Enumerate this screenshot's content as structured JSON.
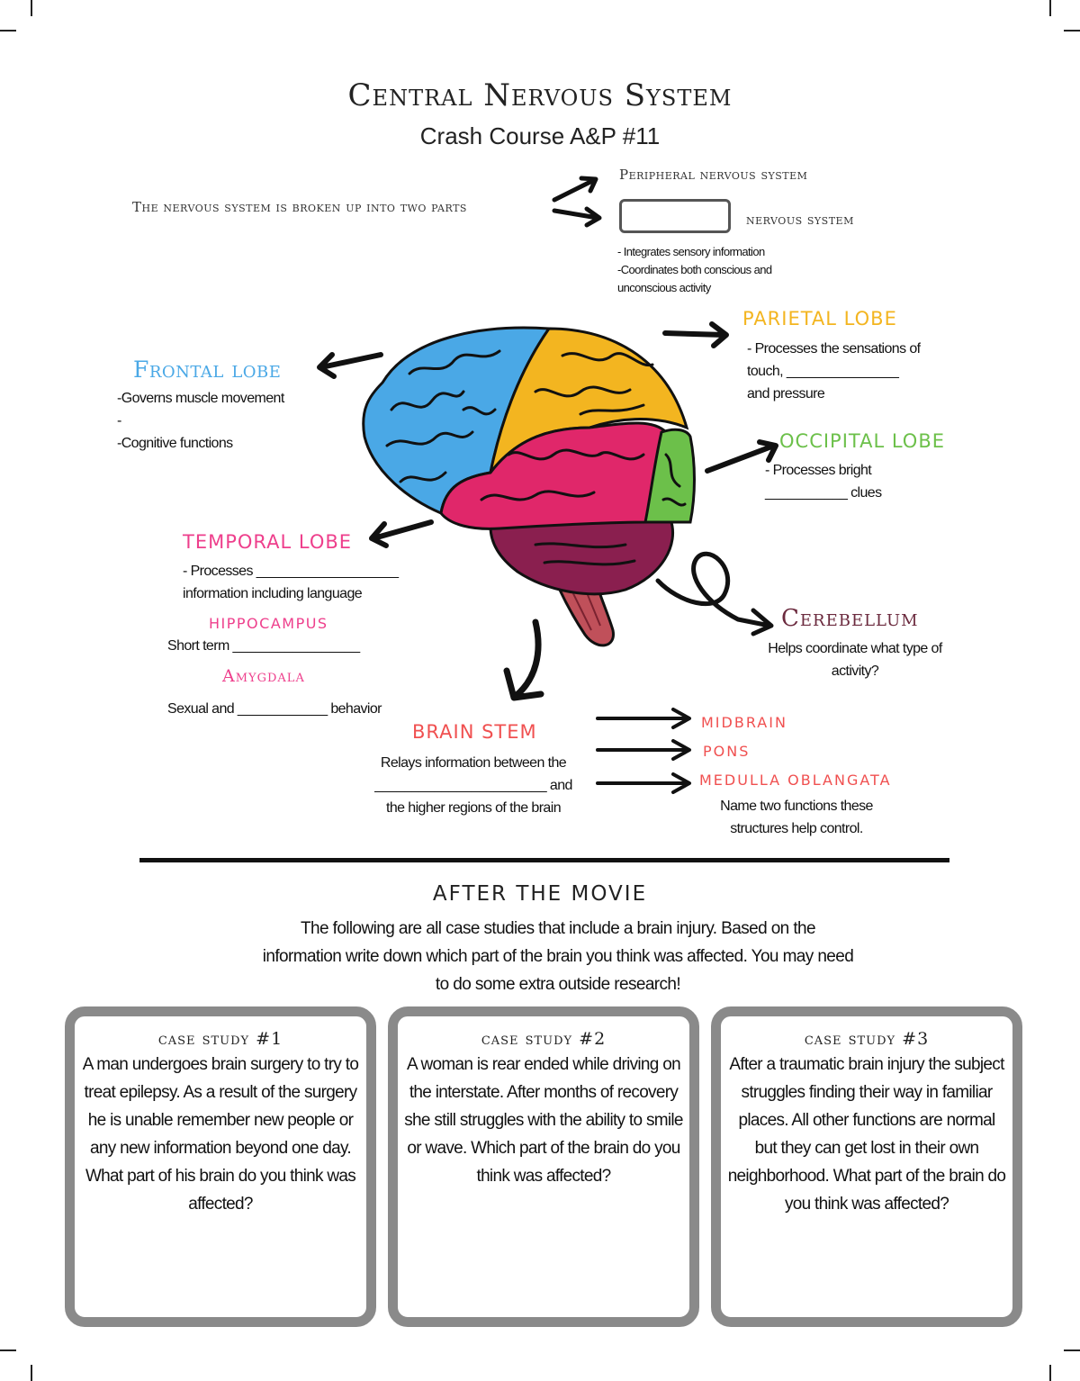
{
  "header": {
    "title": "Central Nervous System",
    "subtitle": "Crash Course A&P #11"
  },
  "nervous_system": {
    "intro": "The nervous system is broken up into two parts",
    "part1": "Peripheral nervous system",
    "part2": "nervous system",
    "notes": [
      "- Integrates sensory information",
      "-Coordinates both conscious and",
      "unconscious activity"
    ]
  },
  "frontal": {
    "label": "Frontal lobe",
    "lines": [
      "-Governs muscle movement",
      "-",
      "-Cognitive functions"
    ]
  },
  "parietal": {
    "label": "PARIETAL LOBE",
    "lines": [
      "- Processes the sensations of",
      "touch, _______________",
      "and pressure"
    ]
  },
  "occipital": {
    "label": "OCCIPITAL LOBE",
    "lines": [
      "- Processes bright",
      "___________ clues"
    ]
  },
  "temporal": {
    "label": "TEMPORAL LOBE",
    "lines": [
      "- Processes ___________________",
      "information including language"
    ]
  },
  "hippocampus": {
    "label": "HIPPOCAMPUS",
    "text": "Short term _________________"
  },
  "amygdala": {
    "label": "Amygdala",
    "text": "Sexual and ____________ behavior"
  },
  "cerebellum": {
    "label": "Cerebellum",
    "lines": [
      "Helps coordinate what type of",
      "activity?"
    ]
  },
  "brainstem": {
    "label": "BRAIN STEM",
    "lines": [
      "Relays information between the",
      "_______________________ and",
      "the higher regions of the brain"
    ],
    "parts": [
      "MIDBRAIN",
      "PONS",
      "MEDULLA OBLANGATA"
    ],
    "question": [
      "Name two functions these",
      "structures help control."
    ]
  },
  "after_movie": {
    "heading": "AFTER THE MOVIE",
    "intro": [
      "The following are all case studies that include a brain injury. Based on the",
      "information write down which part of the brain you think was affected. You may need",
      "to do some extra outside research!"
    ]
  },
  "cases": [
    {
      "title": "case study #1",
      "text": "A man undergoes brain surgery to try to treat epilepsy. As a result of the surgery he is unable remember new people or any new information beyond one day. What part of his brain do you think was affected?"
    },
    {
      "title": "case study #2",
      "text": "A woman is rear ended while driving on the interstate. After months of recovery she still struggles with the ability to smile or wave. Which part of the brain do you think was affected?"
    },
    {
      "title": "case study #3",
      "text": "After a traumatic brain injury the subject struggles finding their way in familiar places. All other functions are normal but they can get lost in their own neighborhood. What part of the brain do you think was affected?"
    }
  ],
  "colors": {
    "frontal": "#4aa8e6",
    "parietal": "#f3b520",
    "occipital": "#6cc04a",
    "temporal": "#e0276a",
    "cerebellum": "#8a1f4f",
    "brainstem": "#c0505a",
    "brainstem_label": "#f05050",
    "pink_label": "#ee3f8c",
    "cerebellum_label": "#6b2a3e"
  }
}
